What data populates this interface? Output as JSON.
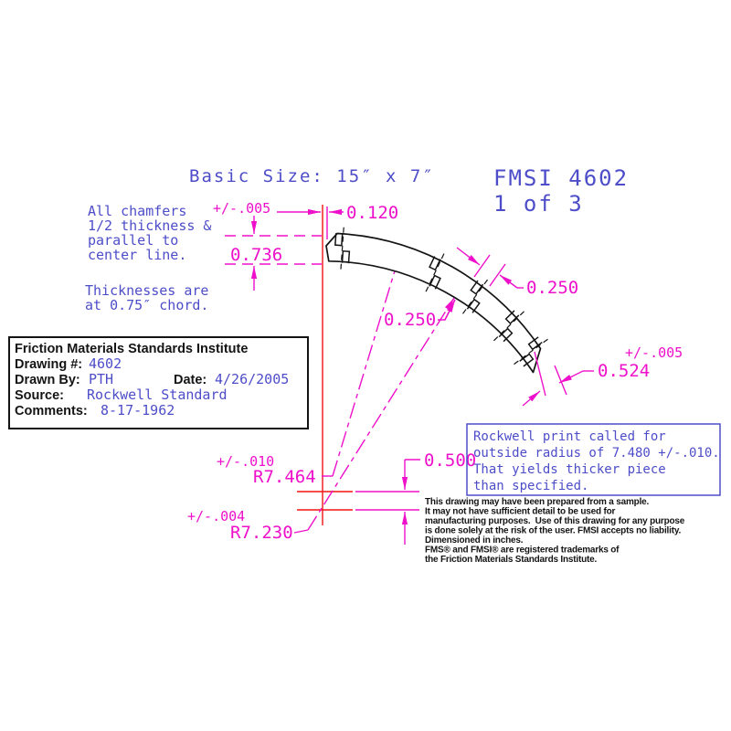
{
  "title": {
    "basic_size": "Basic Size: 15″ x 7″",
    "fmsi_number": "FMSI 4602",
    "sheet": "1 of 3"
  },
  "notes": {
    "chamfers": [
      "All chamfers",
      "1/2 thickness &",
      "parallel to",
      "center line."
    ],
    "thickness": [
      "Thicknesses are",
      "at 0.75″ chord."
    ]
  },
  "info_box": {
    "title": "Friction Materials Standards Institute",
    "drawing_label": "Drawing #:",
    "drawing_value": "4602",
    "drawn_by_label": "Drawn By:",
    "drawn_by_value": "PTH",
    "date_label": "Date:",
    "date_value": "4/26/2005",
    "source_label": "Source:",
    "source_value": "Rockwell Standard",
    "comments_label": "Comments:",
    "comments_value": "8-17-1962"
  },
  "rockwell_note": {
    "lines": [
      "Rockwell print called for",
      "outside radius of 7.480 +/-.010.",
      "That yields thicker piece",
      "than specified."
    ]
  },
  "disclaimer": {
    "lines": [
      "This drawing may have been prepared from a sample.",
      "It may not have sufficient detail to be used for",
      "manufacturing purposes.  Use of this drawing for any purpose",
      "is done solely at the risk of the user. FMSI accepts no liability.",
      "Dimensioned in inches.",
      "FMS® and FMSI® are registered trademarks of",
      "the Friction Materials Standards Institute."
    ]
  },
  "dimensions": {
    "tol_top": "+/-.005",
    "thickness_top": "0.736",
    "end_offset": "0.120",
    "groove_left": "0.250",
    "groove_right": "0.250",
    "tol_end": "+/-.005",
    "thickness_end": "0.524",
    "tol_outer_radius": "+/-.010",
    "outer_radius": "R7.464",
    "center_offset": "0.500",
    "tol_inner_radius": "+/-.004",
    "inner_radius": "R7.230"
  },
  "colors": {
    "cad_blue": "#4d4dc9",
    "dimension_magenta": "#ee10cb",
    "centerline_red": "#f01414",
    "line_black": "#141414"
  }
}
